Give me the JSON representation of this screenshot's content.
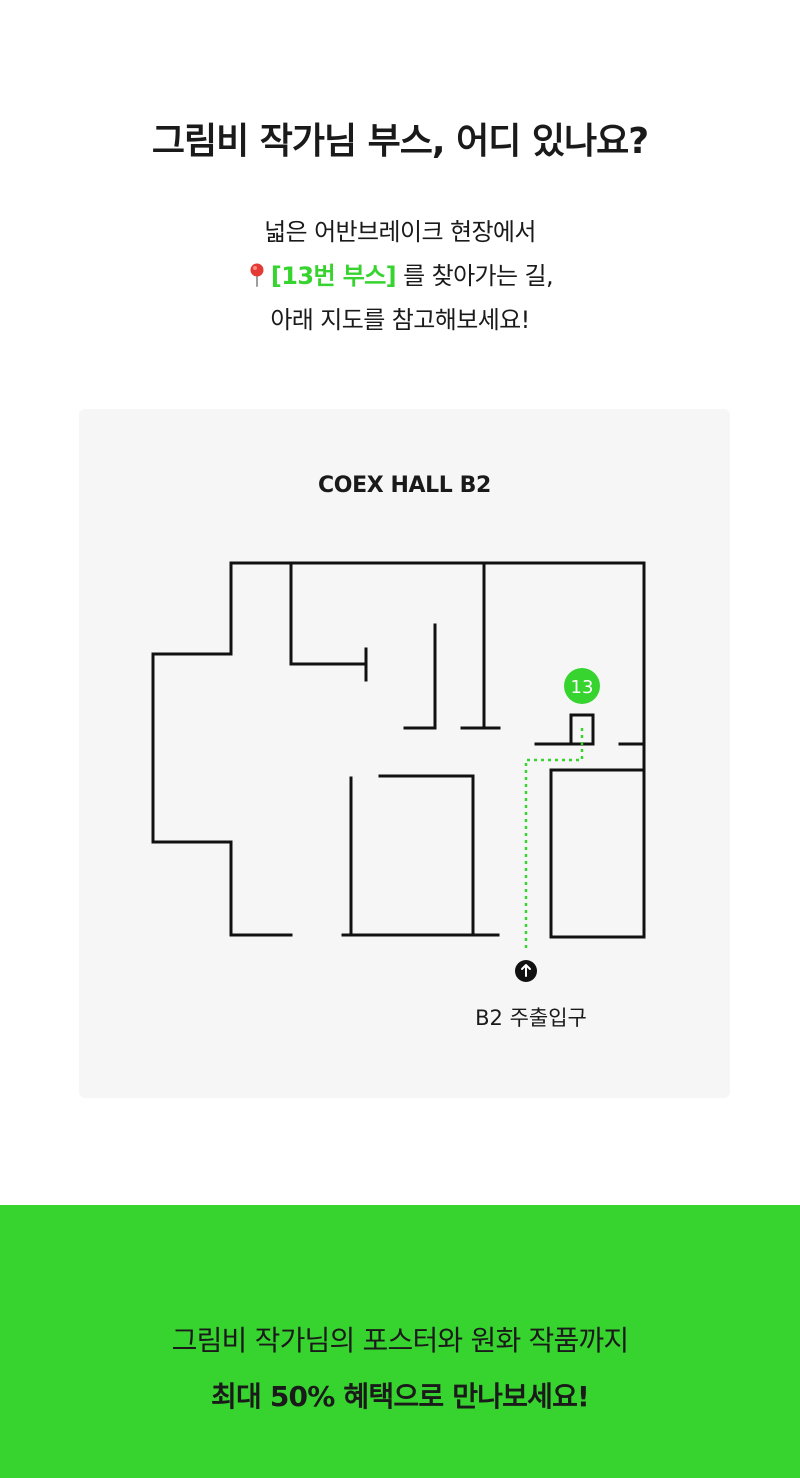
{
  "header": {
    "title": "그림비 작가님 부스, 어디 있나요?"
  },
  "intro": {
    "line1": "넓은 어반브레이크 현장에서",
    "booth_label": "[13번 부스]",
    "line2_suffix": " 를 찾아가는 길,",
    "line3": "아래 지도를 참고해보세요!",
    "pin_icon": "round-pushpin-icon"
  },
  "map": {
    "title": "COEX HALL B2",
    "booth_number": "13",
    "entrance_label": "B2 주출입구",
    "entrance_icon": "arrow-up-icon"
  },
  "footer": {
    "line1": "그림비 작가님의 포스터와 원화 작품까지",
    "line2": "최대 50% 혜택으로 만나보세요!"
  },
  "colors": {
    "accent": "#37d42f",
    "text": "#1a1a1a",
    "card_bg": "#f6f6f6",
    "pin": "#e53935"
  }
}
